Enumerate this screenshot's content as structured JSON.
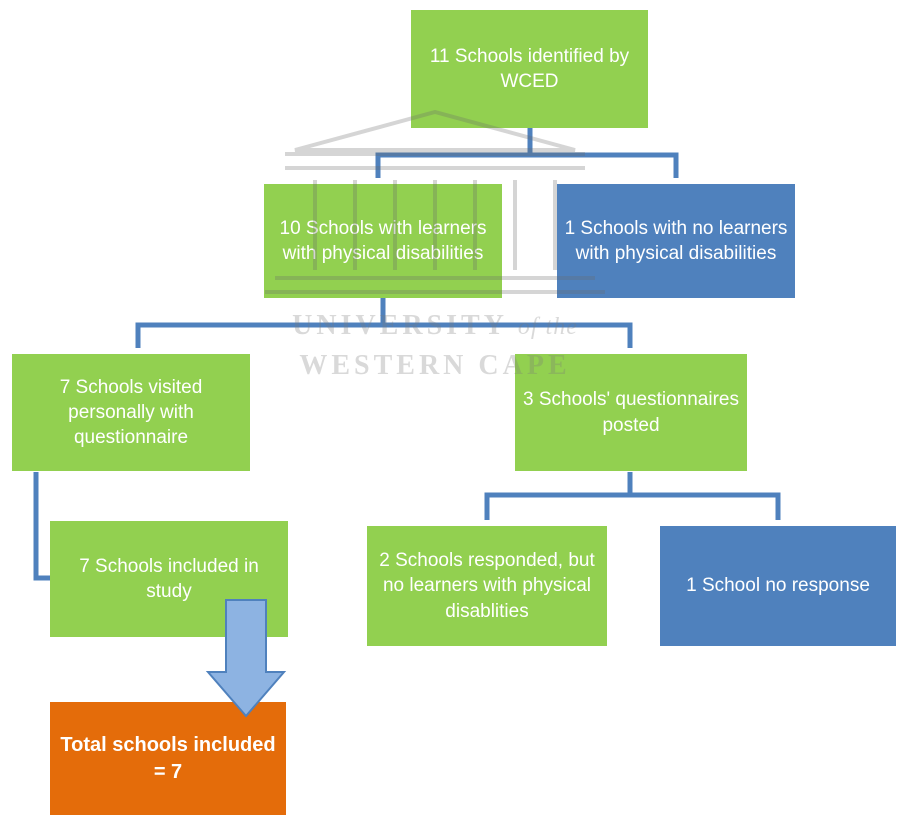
{
  "nodes": {
    "identified": "11 Schools identified by WCED",
    "with_disabilities": "10 Schools with learners with physical disabilities",
    "no_disabilities": "1 Schools with no learners with physical disabilities",
    "visited": "7 Schools visited personally with questionnaire",
    "posted": "3 Schools' questionnaires posted",
    "included": "7 Schools included in study",
    "responded": "2 Schools responded, but no learners with physical disablities",
    "no_response": "1 School no response",
    "total": "Total schools included = 7"
  },
  "watermark": {
    "line1_main": "UNIVERSITY",
    "line1_italic": "of the",
    "line2": "WESTERN CAPE"
  },
  "colors": {
    "green": "#92d050",
    "blue": "#4f81bd",
    "orange": "#e46c0a",
    "connector": "#4f81bd",
    "arrow": "#8db3e2"
  }
}
